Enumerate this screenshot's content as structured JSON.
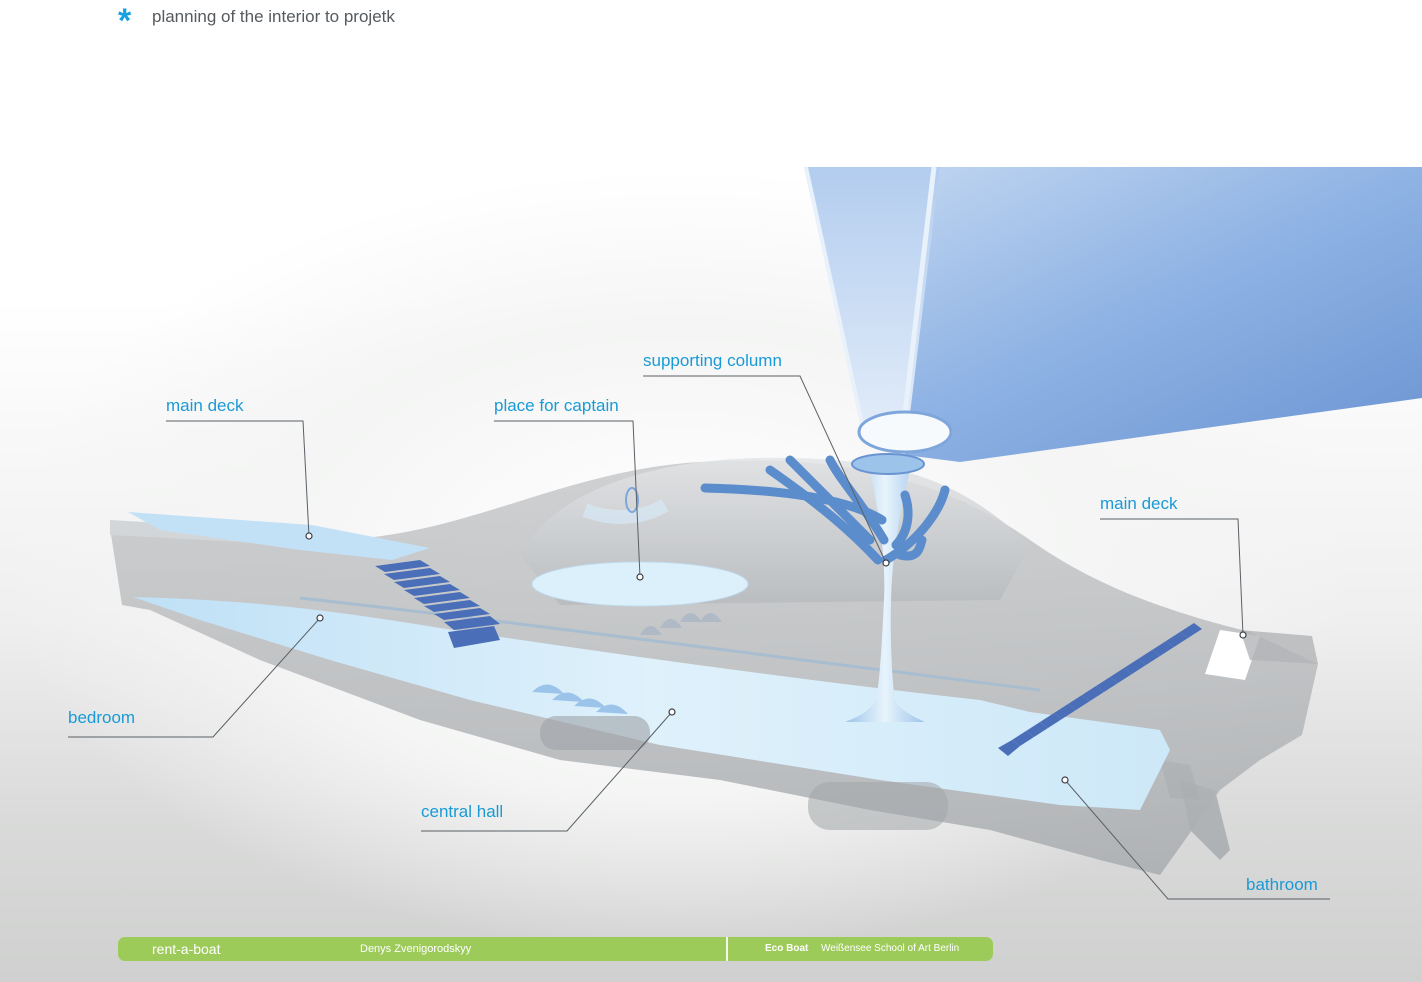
{
  "header": {
    "marker": "*",
    "title": "planning of the interior to projetk"
  },
  "labels": {
    "main_deck_left": "main deck",
    "place_for_captain": "place for captain",
    "supporting_column": "supporting column",
    "main_deck_right": "main deck",
    "bedroom": "bedroom",
    "central_hall": "central hall",
    "bathroom": "bathroom"
  },
  "footer": {
    "brand": "rent-a-boat",
    "author": "Denys Zvenigorodskyy",
    "project": "Eco Boat",
    "school": "Weißensee School of Art Berlin"
  },
  "colors": {
    "label_blue": "#1a9ad6",
    "footer_green": "#9dcb5a",
    "sail_blue": "#7ea6dc",
    "stair_blue": "#4a6fb8",
    "hull_grey": "#b9bcbf"
  }
}
